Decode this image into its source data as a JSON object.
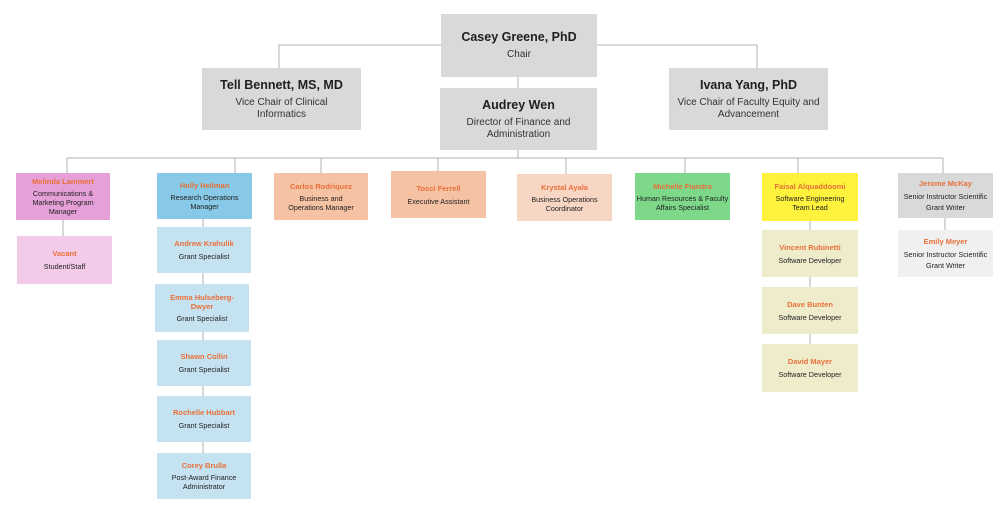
{
  "colors": {
    "grey": "#d9d9d9",
    "pink": "#e6a0d8",
    "light_pink": "#f3cbe9",
    "blue": "#87c9e6",
    "light_blue": "#c5e2f0",
    "peach": "#f6c2a4",
    "light_peach": "#f7d7c3",
    "green": "#7dd88a",
    "yellow": "#fff23d",
    "cream": "#efeccc",
    "light_grey": "#f0f0f0",
    "name_orange": "#e8703a",
    "line": "#b0b0b0"
  },
  "chair": {
    "name": "Casey Greene, PhD",
    "title": "Chair"
  },
  "vice_clinical": {
    "name": "Tell Bennett, MS, MD",
    "title": "Vice Chair of Clinical Informatics"
  },
  "director": {
    "name": "Audrey Wen",
    "title": "Director of Finance and Administration"
  },
  "vice_faculty": {
    "name": "Ivana Yang, PhD",
    "title": "Vice Chair of Faculty Equity and Advancement"
  },
  "staff": {
    "melinda": {
      "name": "Melinda Lammert",
      "title": "Communications & Marketing Program Manager"
    },
    "vacant": {
      "name": "Vacant",
      "title": "Student/Staff"
    },
    "holly": {
      "name": "Holly Heilman",
      "title": "Research Operations Manager"
    },
    "andrew": {
      "name": "Andrew Krahulik",
      "title": "Grant Specialist"
    },
    "emma": {
      "name": "Emma Hulseberg-Dwyer",
      "title": "Grant Specialist"
    },
    "shawn": {
      "name": "Shawn Collin",
      "title": "Grant Specialist"
    },
    "rochelle": {
      "name": "Rochelle Hubbart",
      "title": "Grant Specialist"
    },
    "corey": {
      "name": "Corey Brulla",
      "title": "Post-Award Finance Administrator"
    },
    "carlos": {
      "name": "Carlos Rodriquez",
      "title": "Business and Operations Manager"
    },
    "tocci": {
      "name": "Tocci Ferrell",
      "title": "Executive Assistant"
    },
    "krystal": {
      "name": "Krystal Ayala",
      "title": "Business Operations Coordinator"
    },
    "michelle": {
      "name": "Michelle Fiandra",
      "title": "Human Resources & Faculty Affairs Specialist"
    },
    "faisal": {
      "name": "Faisal Alquaddoomi",
      "title": "Software Engineering Team Lead"
    },
    "vincent": {
      "name": "Vincent Rubinetti",
      "title": "Software Developer"
    },
    "dave": {
      "name": "Dave Bunten",
      "title": "Software Developer"
    },
    "david": {
      "name": "David Mayer",
      "title": "Software Developer"
    },
    "jerome": {
      "name": "Jerome McKay",
      "title": "Senior Instructor Scientific Grant Writer"
    },
    "emily": {
      "name": "Emily Meyer",
      "title": "Senior Instructor Scientific Grant Writer"
    }
  }
}
